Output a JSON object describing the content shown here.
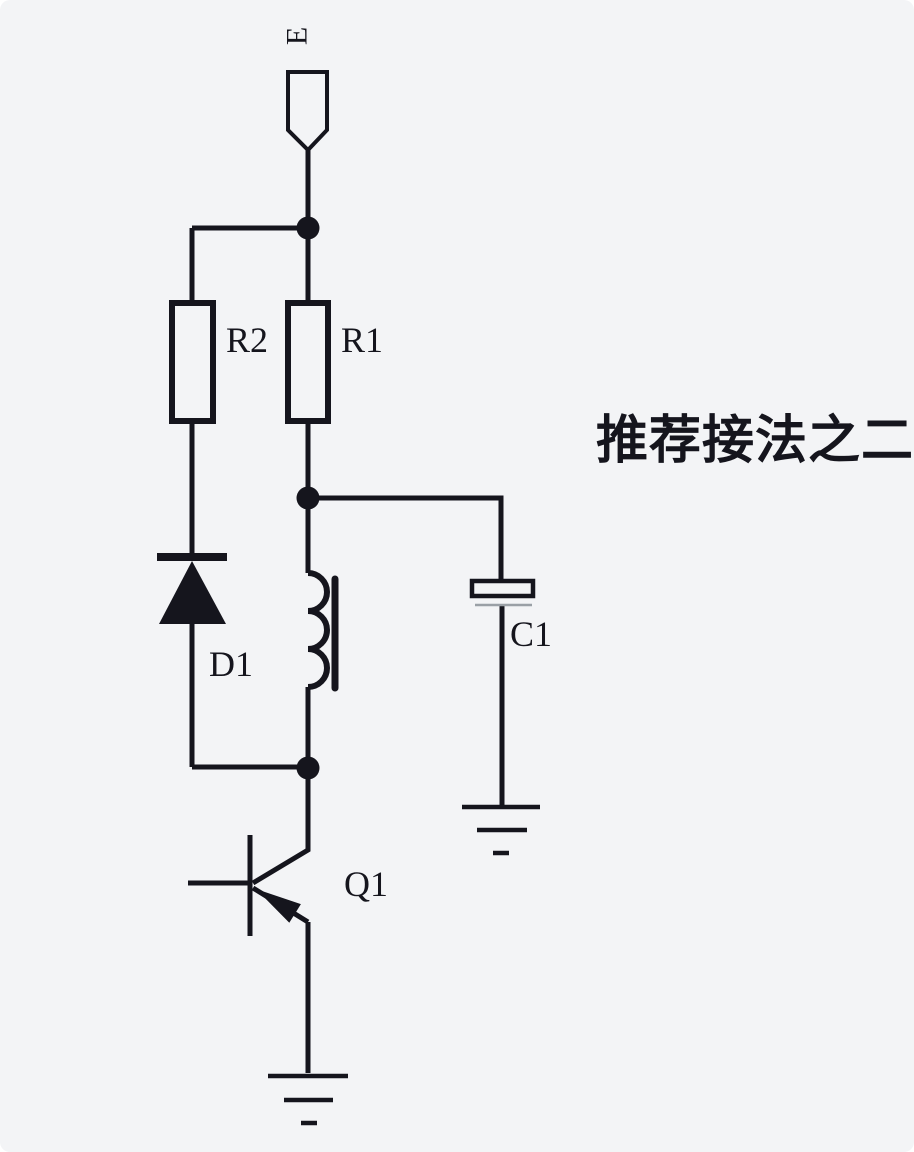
{
  "title": "推荐接法之二",
  "terminal": {
    "label": "E"
  },
  "components": {
    "r2": {
      "label": "R2",
      "type": "resistor"
    },
    "r1": {
      "label": "R1",
      "type": "resistor"
    },
    "d1": {
      "label": "D1",
      "type": "diode"
    },
    "l1": {
      "type": "inductor-with-core"
    },
    "c1": {
      "label": "C1",
      "type": "capacitor"
    },
    "q1": {
      "label": "Q1",
      "type": "pnp-transistor"
    }
  },
  "colors": {
    "ink": "#15151d",
    "background": "#f3f4f6",
    "capacitor_second_plate": "#9aa0a6"
  }
}
